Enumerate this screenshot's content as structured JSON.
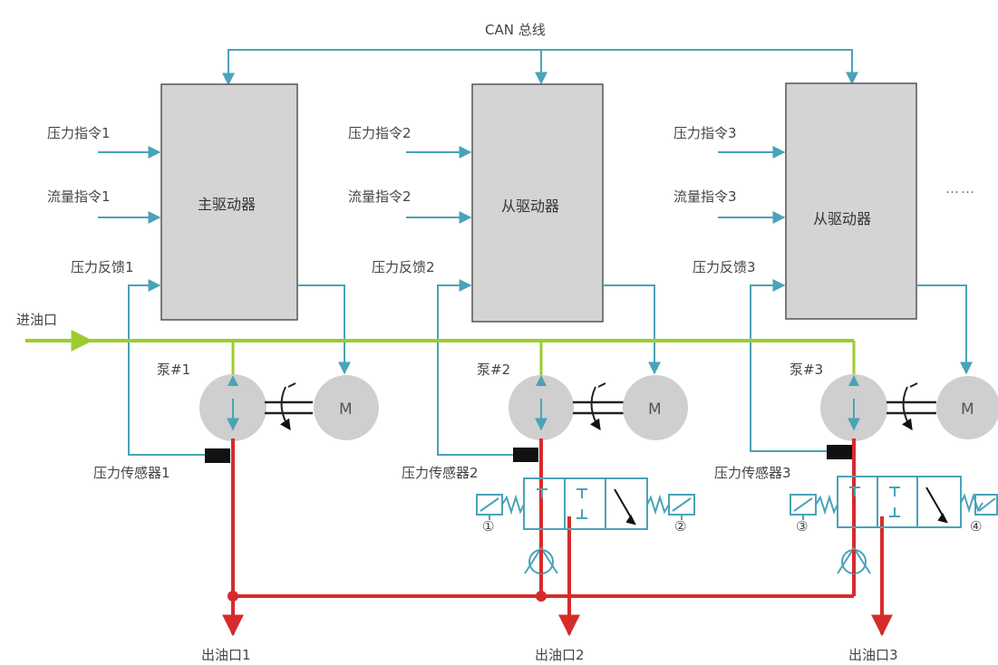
{
  "bus_label": "CAN 总线",
  "inlet_label": "进油口",
  "continuation": "……",
  "motor_label": "M",
  "units": [
    {
      "driver": "主驱动器",
      "pressure_cmd": "压力指令1",
      "flow_cmd": "流量指令1",
      "pressure_fb": "压力反馈1",
      "pump": "泵#1",
      "sensor": "压力传感器1",
      "outlet": "出油口1"
    },
    {
      "driver": "从驱动器",
      "pressure_cmd": "压力指令2",
      "flow_cmd": "流量指令2",
      "pressure_fb": "压力反馈2",
      "pump": "泵#2",
      "sensor": "压力传感器2",
      "outlet": "出油口2"
    },
    {
      "driver": "从驱动器",
      "pressure_cmd": "压力指令3",
      "flow_cmd": "流量指令3",
      "pressure_fb": "压力反馈3",
      "pump": "泵#3",
      "sensor": "压力传感器3",
      "outlet": "出油口3"
    }
  ],
  "valve_ports": [
    {
      "left": "①",
      "right": "②"
    },
    {
      "left": "③",
      "right": "④"
    }
  ],
  "colors": {
    "signal": "#4aa3b8",
    "oil_in": "#9ccc2c",
    "oil_out": "#d62b2b",
    "block_fill": "#d4d4d4",
    "block_stroke": "#555555",
    "pump_fill": "#cfcfcf",
    "sensor": "#111111"
  }
}
